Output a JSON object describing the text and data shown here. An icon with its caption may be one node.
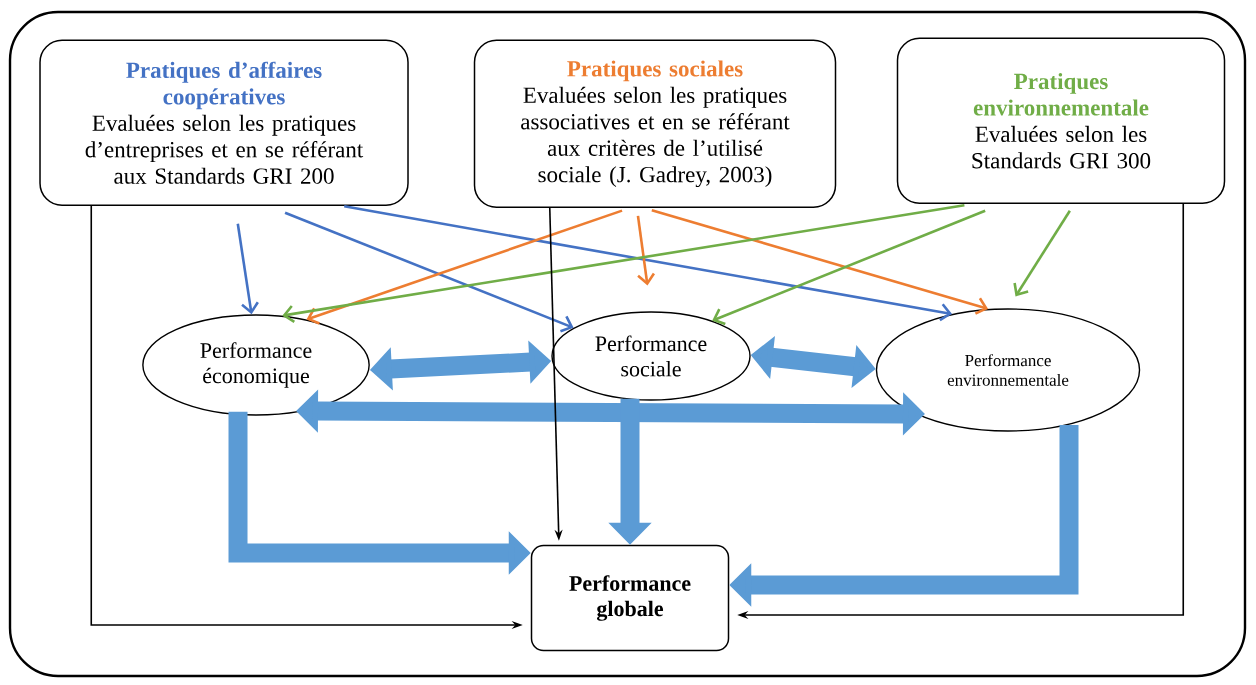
{
  "diagram": {
    "nodes": [
      {
        "text": [
          "Pratiques d’affaires coopératives",
          "Evaluées selon les pratiques d’entreprises et en se référant aux Standards GRI 200"
        ]
      },
      {
        "text": [
          "Pratiques sociales",
          "Evaluées selon les pratiques associatives et en se référant aux critères de l’utilisé sociale (J. Gadrey, 2003)"
        ]
      },
      {
        "text": [
          "Pratiques environnementale",
          "Evaluées selon les Standards GRI 300"
        ]
      },
      {
        "text": [
          "Performance économique"
        ]
      },
      {
        "text": [
          "Performance sociale"
        ]
      },
      {
        "text": [
          "Performance environnementale"
        ]
      },
      {
        "text": [
          "Performance globale"
        ]
      }
    ],
    "edges": [
      {
        "from": 0,
        "to": 3,
        "arrow": "to",
        "color": "#4472c4"
      },
      {
        "from": 0,
        "to": 4,
        "arrow": "to",
        "color": "#4472c4"
      },
      {
        "from": 0,
        "to": 5,
        "arrow": "to",
        "color": "#4472c4"
      },
      {
        "from": 1,
        "to": 3,
        "arrow": "to",
        "color": "#ed7d31"
      },
      {
        "from": 1,
        "to": 4,
        "arrow": "to",
        "color": "#ed7d31"
      },
      {
        "from": 1,
        "to": 5,
        "arrow": "to",
        "color": "#ed7d31"
      },
      {
        "from": 2,
        "to": 3,
        "arrow": "to",
        "color": "#70ad47"
      },
      {
        "from": 2,
        "to": 4,
        "arrow": "to",
        "color": "#70ad47"
      },
      {
        "from": 2,
        "to": 5,
        "arrow": "to",
        "color": "#70ad47"
      },
      {
        "from": 3,
        "to": 4,
        "arrow": "both",
        "style": "thick",
        "color": "#5b9bd5"
      },
      {
        "from": 4,
        "to": 5,
        "arrow": "both",
        "style": "thick",
        "color": "#5b9bd5"
      },
      {
        "from": 3,
        "to": 5,
        "arrow": "both",
        "style": "thick",
        "color": "#5b9bd5"
      },
      {
        "from": 3,
        "to": 6,
        "arrow": "to",
        "style": "thick",
        "color": "#5b9bd5"
      },
      {
        "from": 4,
        "to": 6,
        "arrow": "to",
        "style": "thick",
        "color": "#5b9bd5"
      },
      {
        "from": 5,
        "to": 6,
        "arrow": "to",
        "style": "thick",
        "color": "#5b9bd5"
      },
      {
        "from": 0,
        "to": 6,
        "arrow": "to",
        "color": "#000000"
      },
      {
        "from": 1,
        "to": 6,
        "arrow": "to",
        "color": "#000000"
      },
      {
        "from": 2,
        "to": 6,
        "arrow": "to",
        "color": "#000000"
      }
    ]
  }
}
